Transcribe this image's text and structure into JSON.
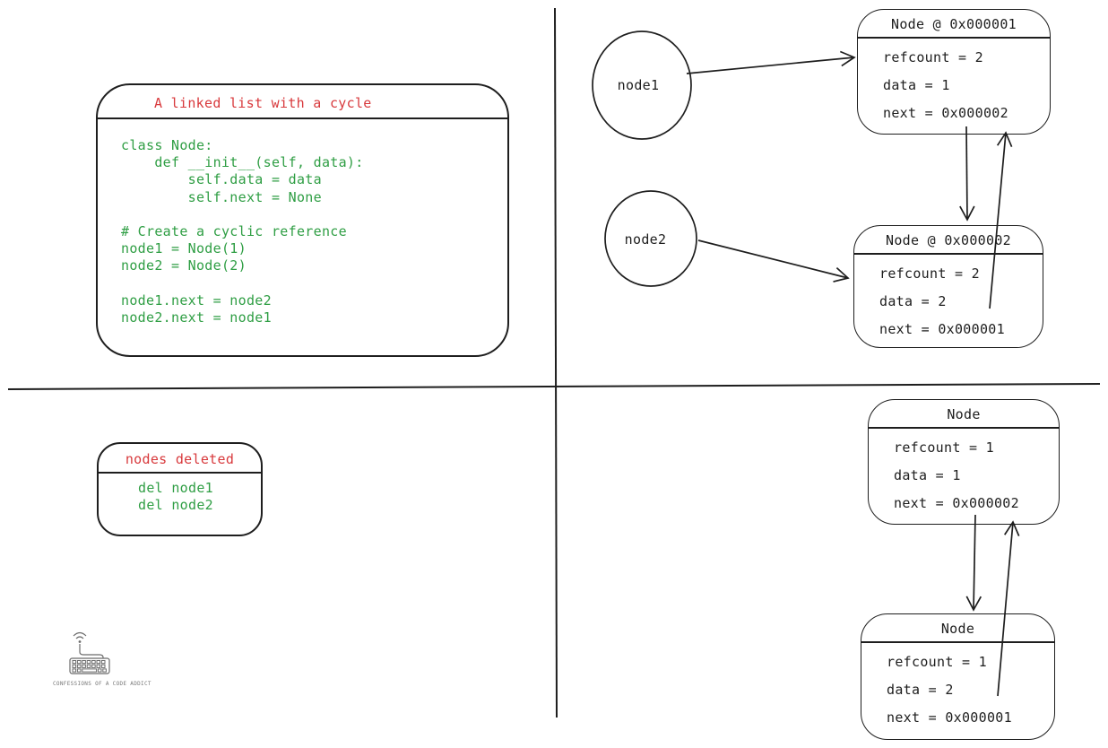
{
  "colors": {
    "ink": "#1e1e1e",
    "title_red": "#d8393c",
    "code_green": "#2f9e44",
    "logo_gray": "#777777"
  },
  "code_card": {
    "title": "A linked list with a cycle",
    "lines": [
      "class Node:",
      "    def __init__(self, data):",
      "        self.data = data",
      "        self.next = None",
      "",
      "# Create a cyclic reference",
      "node1 = Node(1)",
      "node2 = Node(2)",
      "",
      "node1.next = node2",
      "node2.next = node1"
    ]
  },
  "deleted_card": {
    "title": "nodes deleted",
    "lines": [
      "del node1",
      "del node2"
    ]
  },
  "refs": {
    "node1": "node1",
    "node2": "node2"
  },
  "heap_before": [
    {
      "title": "Node @ 0x000001",
      "fields": [
        "refcount = 2",
        "data = 1",
        "next = 0x000002"
      ]
    },
    {
      "title": "Node @ 0x000002",
      "fields": [
        "refcount = 2",
        "data = 2",
        "next = 0x000001"
      ]
    }
  ],
  "heap_after": [
    {
      "title": "Node",
      "fields": [
        "refcount = 1",
        "data = 1",
        "next = 0x000002"
      ]
    },
    {
      "title": "Node",
      "fields": [
        "refcount = 1",
        "data = 2",
        "next = 0x000001"
      ]
    }
  ],
  "logo": {
    "caption": "CONFESSIONS OF A CODE ADDICT"
  }
}
